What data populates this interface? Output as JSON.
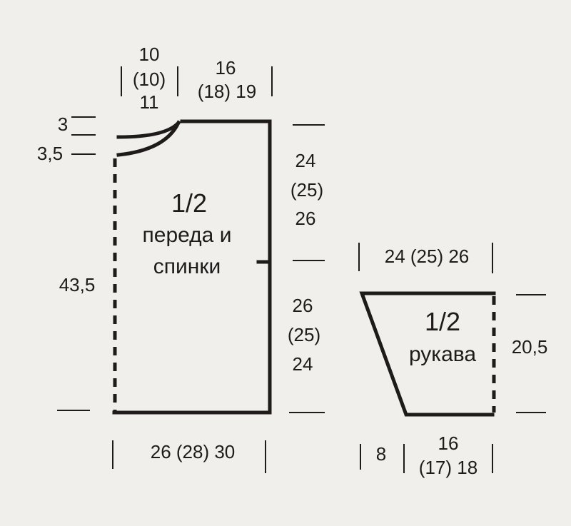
{
  "body_piece": {
    "title_line1": "1/2",
    "title_line2": "переда и",
    "title_line3": "спинки",
    "neck_width": [
      "10",
      "(10)",
      "11"
    ],
    "shoulder_width": [
      "16",
      "(18) 19"
    ],
    "neck_depth_top": "3",
    "neck_depth_bottom": "3,5",
    "side_length": "43,5",
    "armhole_depth": [
      "24",
      "(25)",
      "26"
    ],
    "lower_length": [
      "26",
      "(25)",
      "24"
    ],
    "bottom_width": "26 (28) 30"
  },
  "sleeve_piece": {
    "title_line1": "1/2",
    "title_line2": "рукава",
    "top_width": "24 (25) 26",
    "height": "20,5",
    "bottom_left": "8",
    "bottom_width": [
      "16",
      "(17) 18"
    ]
  },
  "colors": {
    "ink": "#1e1b1a",
    "paper": "#f1efec"
  }
}
